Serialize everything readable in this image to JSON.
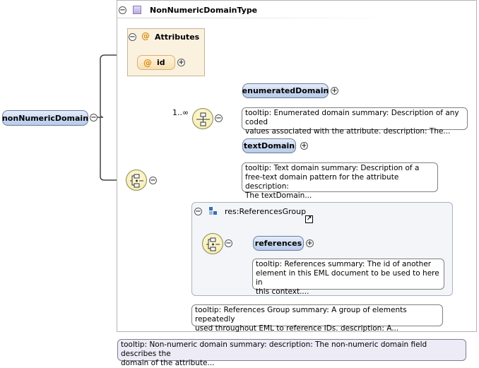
{
  "complex_type": {
    "name": "NonNumericDomainType"
  },
  "attributes_group": {
    "label": "Attributes",
    "items": [
      {
        "name": "id"
      }
    ]
  },
  "root_element": {
    "name": "nonNumericDomain"
  },
  "sequence": {
    "cardinality": "1..∞"
  },
  "elements": {
    "enumerated": {
      "name": "enumeratedDomain",
      "tooltip": "tooltip: Enumerated domain summary: Description of any coded\nvalues associated with the attribute. description: The..."
    },
    "text": {
      "name": "textDomain",
      "tooltip": "tooltip: Text domain summary: Description of a\nfree-text domain pattern for the attribute description:\nThe textDomain..."
    },
    "references": {
      "name": "references",
      "tooltip": "tooltip: References summary: The id of another\nelement in this EML document to be used to here in\nthis context...."
    }
  },
  "group_ref": {
    "name": "res:ReferencesGroup",
    "tooltip": "tooltip: References Group summary: A group of elements repeatedly\nused throughout EML to reference IDs. description: A..."
  },
  "root_tooltip": "tooltip: Non-numeric domain summary: description: The non-numeric domain field describes the\ndomain of the attribute...",
  "icons": {
    "collapse": "−",
    "expand": "+",
    "attribute": "@",
    "external_link": "↗"
  }
}
